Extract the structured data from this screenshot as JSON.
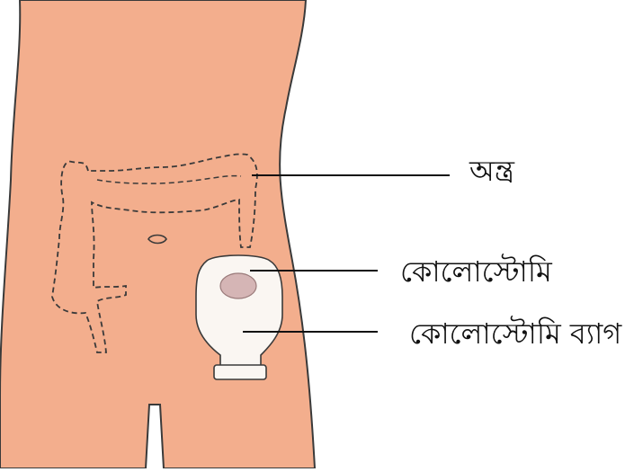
{
  "labels": {
    "intestine": "অন্ত্র",
    "colostomy": "কোলোস্টোমি",
    "colostomy_bag": "কোলোস্টোমি ব্যাগ"
  },
  "colors": {
    "skin": "#F3AE8D",
    "outline": "#3a3a3a",
    "pouch": "#FAF6F2",
    "stoma": "#D5B5B5",
    "leader": "#111111"
  }
}
